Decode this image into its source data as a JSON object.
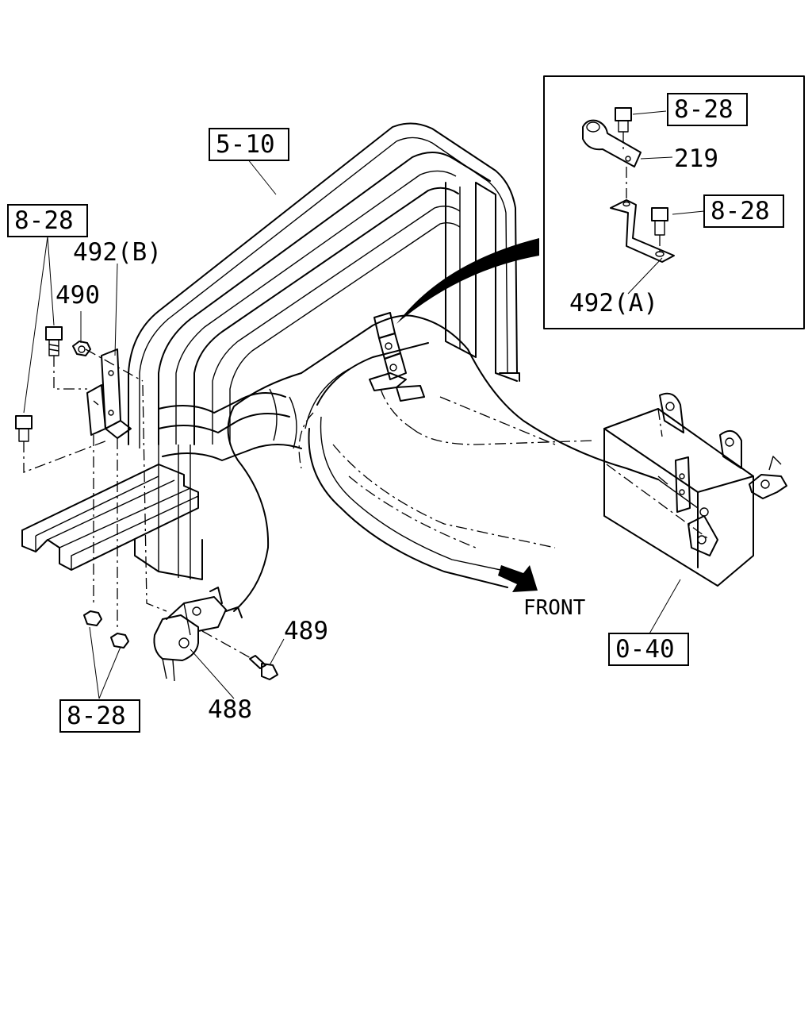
{
  "diagram": {
    "labels": {
      "ref_510": "5-10",
      "ref_828_left": "8-28",
      "part_492b": "492(B)",
      "part_490": "490",
      "ref_828_inset_top": "8-28",
      "part_219": "219",
      "ref_828_inset_mid": "8-28",
      "part_492a": "492(A)",
      "part_489": "489",
      "part_488": "488",
      "ref_828_bottom": "8-28",
      "ref_040": "0-40",
      "front": "FRONT"
    },
    "icons": {
      "front_arrow": "arrow-right-down-icon"
    }
  }
}
